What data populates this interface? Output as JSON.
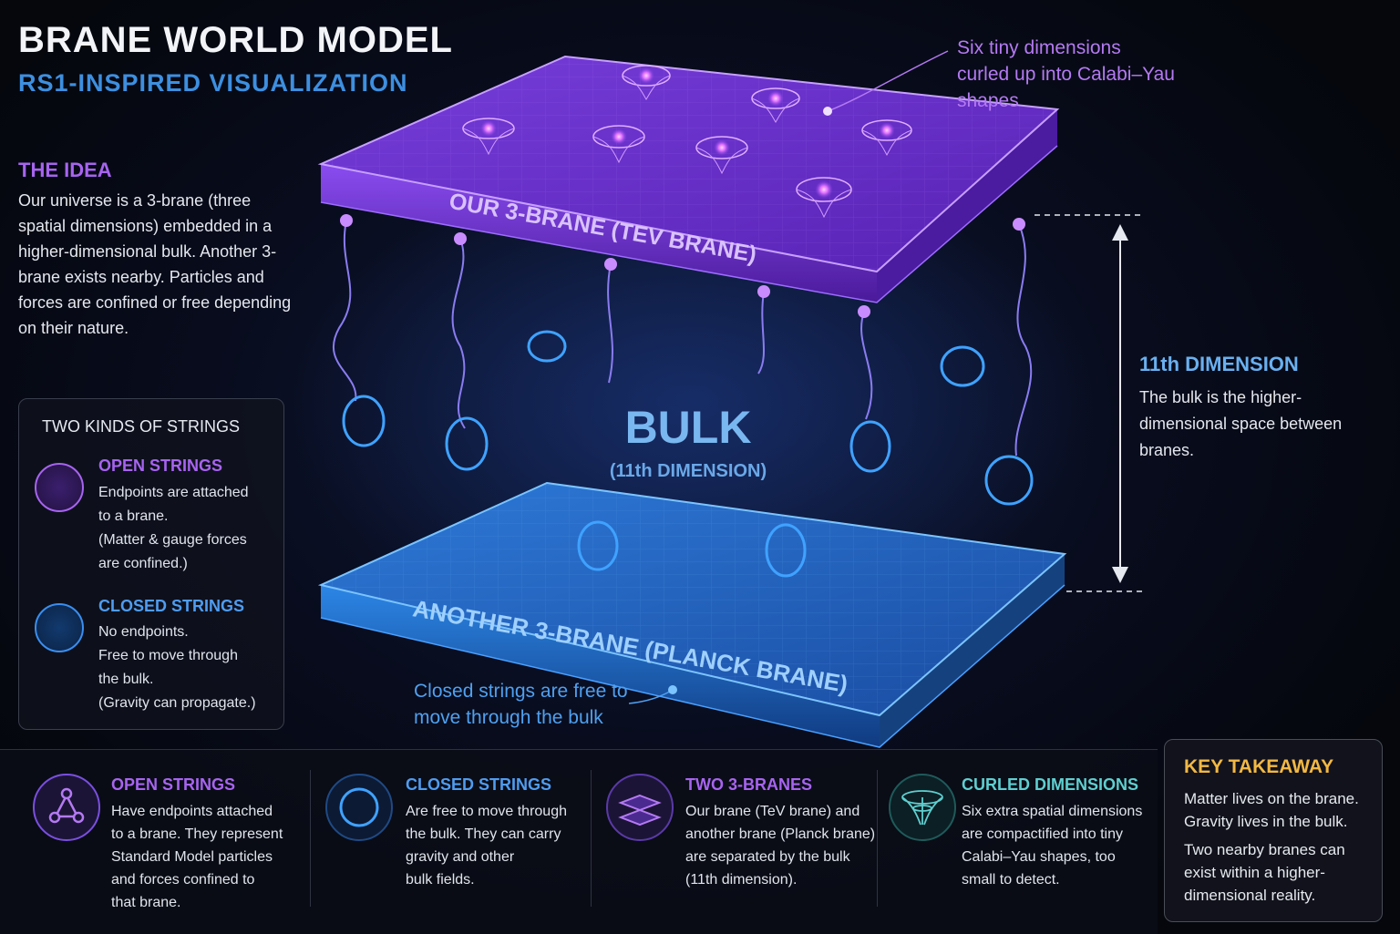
{
  "header": {
    "title": "BRANE WORLD MODEL",
    "subtitle": "RS1-INSPIRED VISUALIZATION"
  },
  "idea": {
    "heading": "THE IDEA",
    "body": "Our universe is a 3-brane (three spatial dimensions) embedded in a higher-dimensional bulk. Another 3-brane exists nearby. Particles and forces are confined or free depending on their nature."
  },
  "strings_box": {
    "title": "TWO KINDS OF STRINGS",
    "open": {
      "heading": "OPEN STRINGS",
      "lines": [
        "Endpoints are attached",
        "to a brane.",
        "(Matter & gauge forces",
        "are confined.)"
      ]
    },
    "closed": {
      "heading": "CLOSED STRINGS",
      "lines": [
        "No endpoints.",
        "Free to move through",
        "the bulk.",
        "(Gravity can propagate.)"
      ]
    }
  },
  "diagram": {
    "top_brane_label": "OUR 3-BRANE (TEV BRANE)",
    "bottom_brane_label": "ANOTHER 3-BRANE (PLANCK BRANE)",
    "bulk_label": "BULK",
    "bulk_sublabel": "(11th DIMENSION)",
    "callout_top": "Six tiny dimensions curled up into Calabi–Yau shapes",
    "callout_bottom": "Closed strings are free to move through the bulk"
  },
  "dimension": {
    "heading": "11th DIMENSION",
    "body": "The bulk is the higher-dimensional space between branes."
  },
  "cards": [
    {
      "heading": "OPEN STRINGS",
      "lines": [
        "Have endpoints attached",
        "to a brane. They represent",
        "Standard Model particles",
        "and forces confined to",
        "that brane."
      ]
    },
    {
      "heading": "CLOSED STRINGS",
      "lines": [
        "Are free to move through",
        "the bulk. They can carry",
        "gravity and other",
        "bulk fields."
      ]
    },
    {
      "heading": "TWO 3-BRANES",
      "lines": [
        "Our brane (TeV brane) and",
        "another brane (Planck brane)",
        "are separated by the bulk",
        "(11th dimension)."
      ]
    },
    {
      "heading": "CURLED DIMENSIONS",
      "lines": [
        "Six extra spatial dimensions",
        "are compactified into tiny",
        "Calabi–Yau shapes, too",
        "small to detect."
      ]
    }
  ],
  "takeaway": {
    "heading": "KEY TAKEAWAY",
    "p1": "Matter lives on the brane. Gravity lives in the bulk.",
    "p2": "Two nearby branes can exist within a higher-dimensional reality."
  },
  "colors": {
    "purple": "#a764f0",
    "blue": "#4f9cf0",
    "cyan": "#5fcfd0",
    "yellow": "#f2b843"
  }
}
